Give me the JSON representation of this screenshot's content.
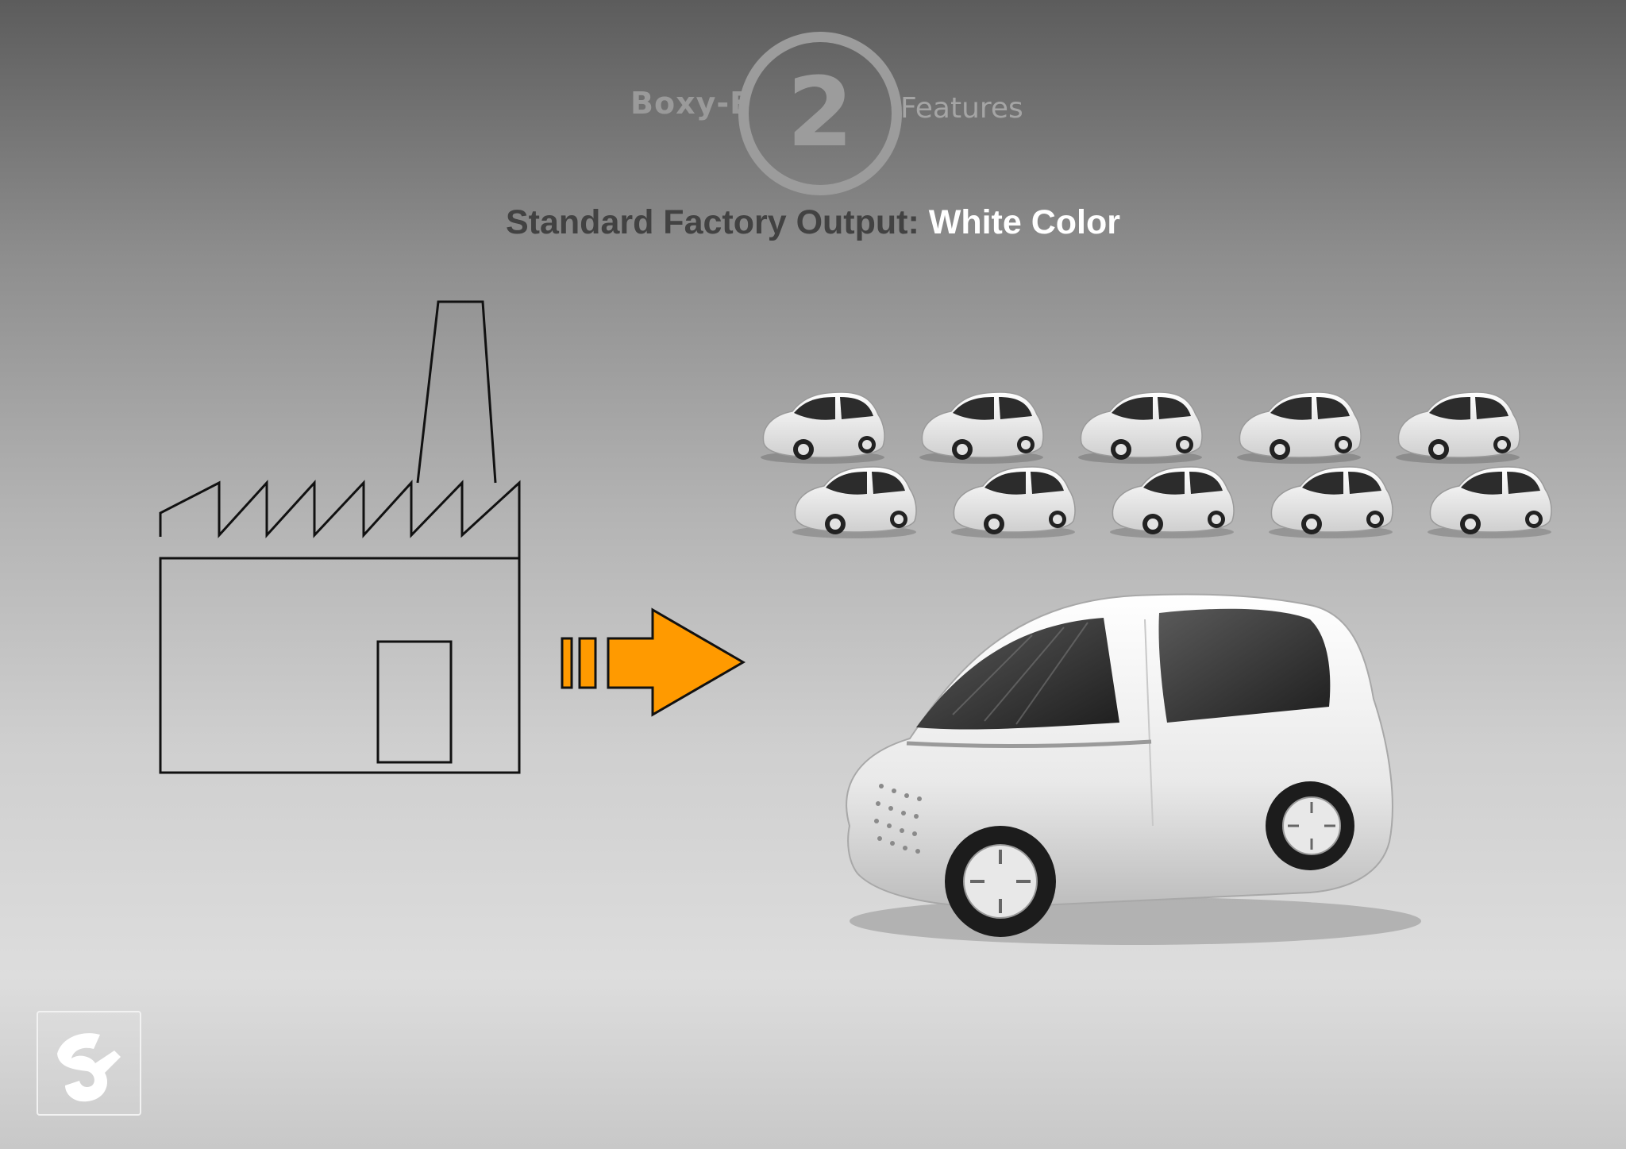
{
  "header": {
    "brand": "Boxy-E",
    "section_number": "2",
    "section_title": "Features"
  },
  "headline": {
    "lead": "Standard Factory Output:",
    "highlight": "White Color"
  },
  "colors": {
    "arrow_fill": "#FF9A00",
    "headline_lead": "#424242",
    "headline_highlight": "#FFFFFF"
  },
  "fleet": {
    "rows": 2,
    "cars_per_row": 5,
    "icon": "small-white-car"
  },
  "icons": {
    "factory": "factory-icon",
    "arrow": "right-arrow-icon",
    "hero_car": "white-car-image",
    "logo": "brand-logo-icon"
  }
}
